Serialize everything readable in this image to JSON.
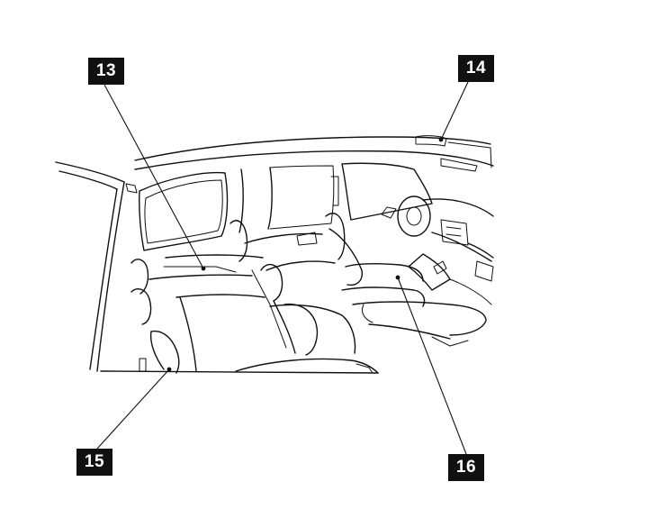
{
  "callouts": [
    {
      "id": "13",
      "label": "13"
    },
    {
      "id": "14",
      "label": "14"
    },
    {
      "id": "15",
      "label": "15"
    },
    {
      "id": "16",
      "label": "16"
    }
  ]
}
